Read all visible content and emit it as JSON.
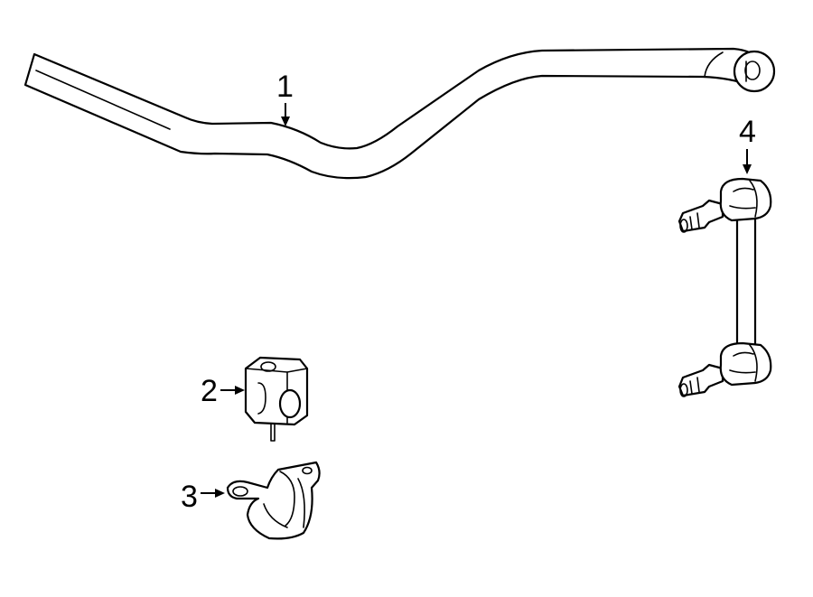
{
  "callouts": [
    {
      "id": "1",
      "label": "1"
    },
    {
      "id": "2",
      "label": "2"
    },
    {
      "id": "3",
      "label": "3"
    },
    {
      "id": "4",
      "label": "4"
    }
  ],
  "colors": {
    "line": "#000000",
    "fill": "#ffffff"
  }
}
